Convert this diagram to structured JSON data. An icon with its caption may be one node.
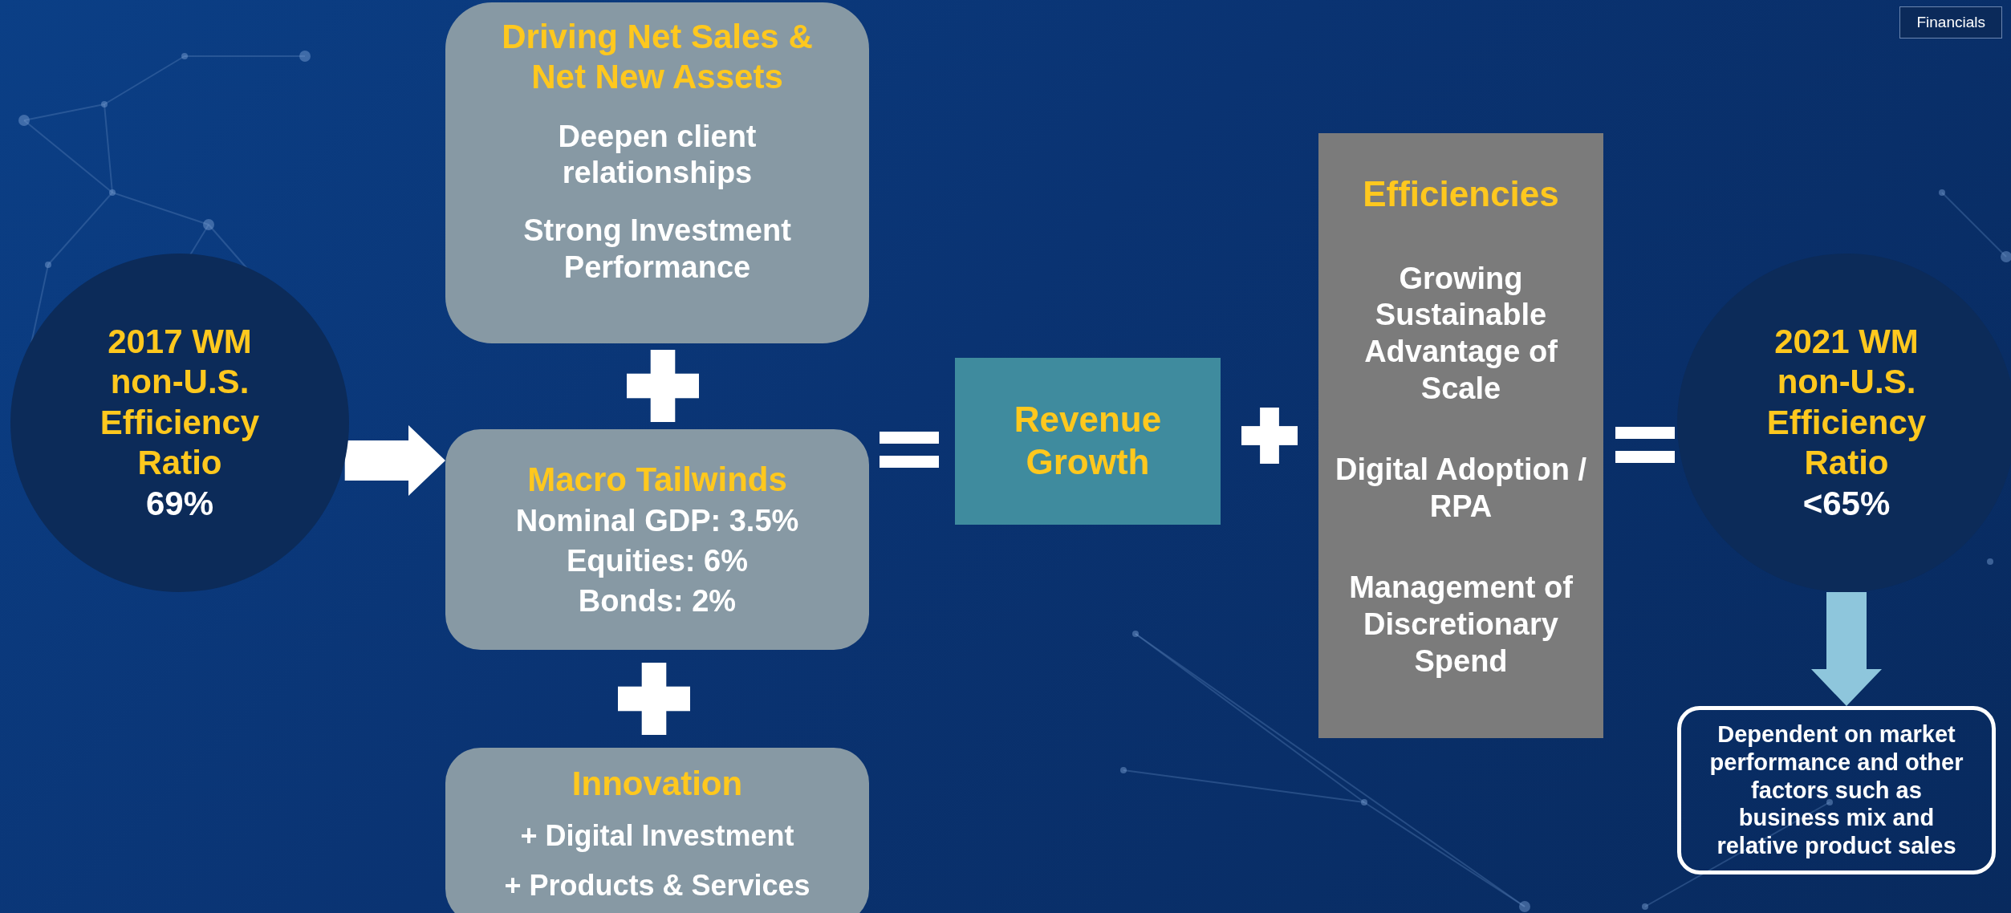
{
  "diagram": {
    "nodes": [
      {
        "text": [
          "2017 WM non-U.S. Efficiency Ratio",
          "69%"
        ]
      },
      {
        "text": [
          "Driving Net Sales & Net New Assets",
          "Deepen client relationships",
          "Strong Investment Performance"
        ]
      },
      {
        "text": [
          "Macro Tailwinds",
          "Nominal GDP: 3.5%",
          "Equities: 6%",
          "Bonds: 2%"
        ]
      },
      {
        "text": [
          "Innovation",
          "+ Digital Investment",
          "+ Products & Services"
        ]
      },
      {
        "text": [
          "Revenue Growth"
        ]
      },
      {
        "text": [
          "Efficiencies",
          "Growing Sustainable Advantage of Scale",
          "Digital Adoption / RPA",
          "Management of Discretionary Spend"
        ]
      },
      {
        "text": [
          "2021 WM non-U.S. Efficiency Ratio",
          "<65%"
        ]
      },
      {
        "text": [
          "Dependent on market performance and other factors such as business mix and relative product sales"
        ]
      }
    ],
    "edges": [
      {
        "from": 0,
        "to": 2,
        "arrow": "to",
        "style": "thick"
      },
      {
        "from": 6,
        "to": 7,
        "arrow": "to",
        "style": "thick",
        "color": "#8ec6dc"
      }
    ],
    "labels": [
      "Financials"
    ]
  }
}
